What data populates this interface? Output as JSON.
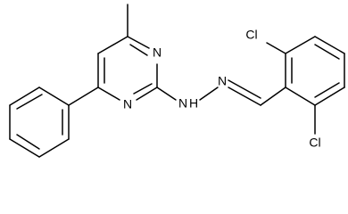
{
  "molecule": {
    "labels": {
      "n_top": "N",
      "n_bottom": "N",
      "nh": "N",
      "h": "H",
      "n_imine": "N",
      "cl_top": "Cl",
      "cl_bottom": "Cl"
    }
  }
}
